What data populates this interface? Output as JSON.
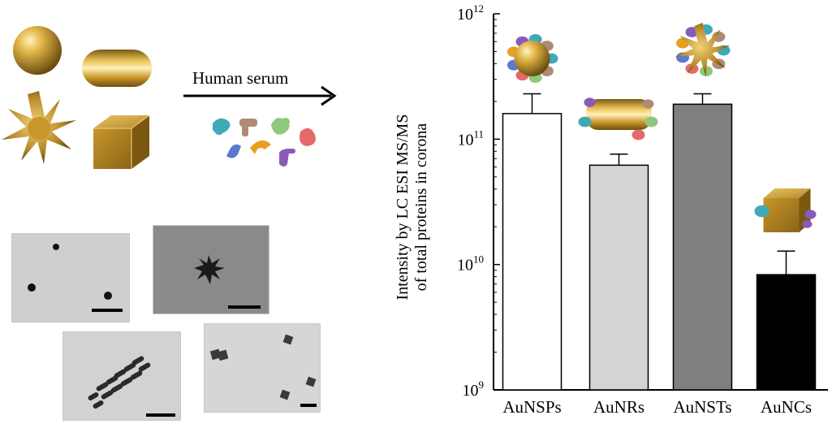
{
  "schematic": {
    "arrow_label": "Human serum",
    "particles": [
      "nanosphere",
      "nanorod",
      "nanostar",
      "nanocube"
    ]
  },
  "colors": {
    "gold": "#c8962a",
    "gold_light": "#f0d27a",
    "gold_dark": "#7a5a14",
    "protein_cyan": "#3fa9b8",
    "protein_tan": "#b08a74",
    "protein_green": "#8ec87a",
    "protein_red": "#e46a6a",
    "protein_blue": "#5a7ad0",
    "protein_orange": "#e8a020",
    "protein_purple": "#8a5ab8"
  },
  "chart_data": {
    "type": "bar",
    "ylabel_line1": "Intensity by LC ESI MS/MS",
    "ylabel_line2": "of total proteins in corona",
    "yscale": "log",
    "ylim": [
      1000000000,
      1000000000000
    ],
    "yticks": [
      {
        "base": "10",
        "exp": "9",
        "value": 1000000000
      },
      {
        "base": "10",
        "exp": "10",
        "value": 10000000000
      },
      {
        "base": "10",
        "exp": "11",
        "value": 100000000000
      },
      {
        "base": "10",
        "exp": "12",
        "value": 1000000000000
      }
    ],
    "categories": [
      "AuNSPs",
      "AuNRs",
      "AuNSTs",
      "AuNCs"
    ],
    "values": [
      160000000000,
      62000000000,
      190000000000,
      8300000000
    ],
    "error_upper": [
      230000000000,
      76000000000,
      230000000000,
      12800000000
    ],
    "bar_colors": [
      "#ffffff",
      "#d4d4d4",
      "#7f7f7f",
      "#000000"
    ]
  }
}
